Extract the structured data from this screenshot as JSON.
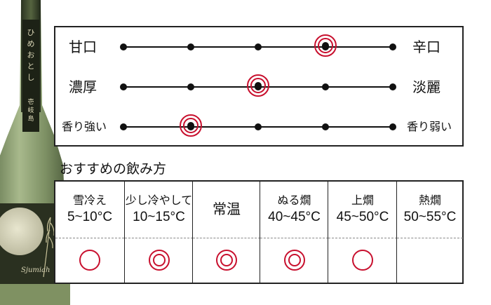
{
  "taste_chart": {
    "rows": [
      {
        "left": "甘口",
        "right": "辛口",
        "level": 4
      },
      {
        "left": "濃厚",
        "right": "淡麗",
        "level": 3
      },
      {
        "left": "香り強い",
        "right": "香り弱い",
        "level": 2
      }
    ],
    "steps": 5,
    "accent_color": "#c8102e"
  },
  "recommended_title": "おすすめの飲み方",
  "temperatures": [
    {
      "name": "雪冷え",
      "range": "5~10°C",
      "rating": "good"
    },
    {
      "name": "少し冷やして",
      "range": "10~15°C",
      "rating": "best"
    },
    {
      "name": "常温",
      "range": "",
      "rating": "best"
    },
    {
      "name": "ぬる燗",
      "range": "40~45°C",
      "rating": "best"
    },
    {
      "name": "上燗",
      "range": "45~50°C",
      "rating": "good"
    },
    {
      "name": "熱燗",
      "range": "50~55°C",
      "rating": "none"
    }
  ],
  "bottle_label": {
    "brand_text": "ひめおとし",
    "origin_text": "壱岐島",
    "script_text": "Sjumiah",
    "icons": [
      "sake-bottle-image",
      "moon-icon",
      "rice-plant-icon"
    ]
  }
}
